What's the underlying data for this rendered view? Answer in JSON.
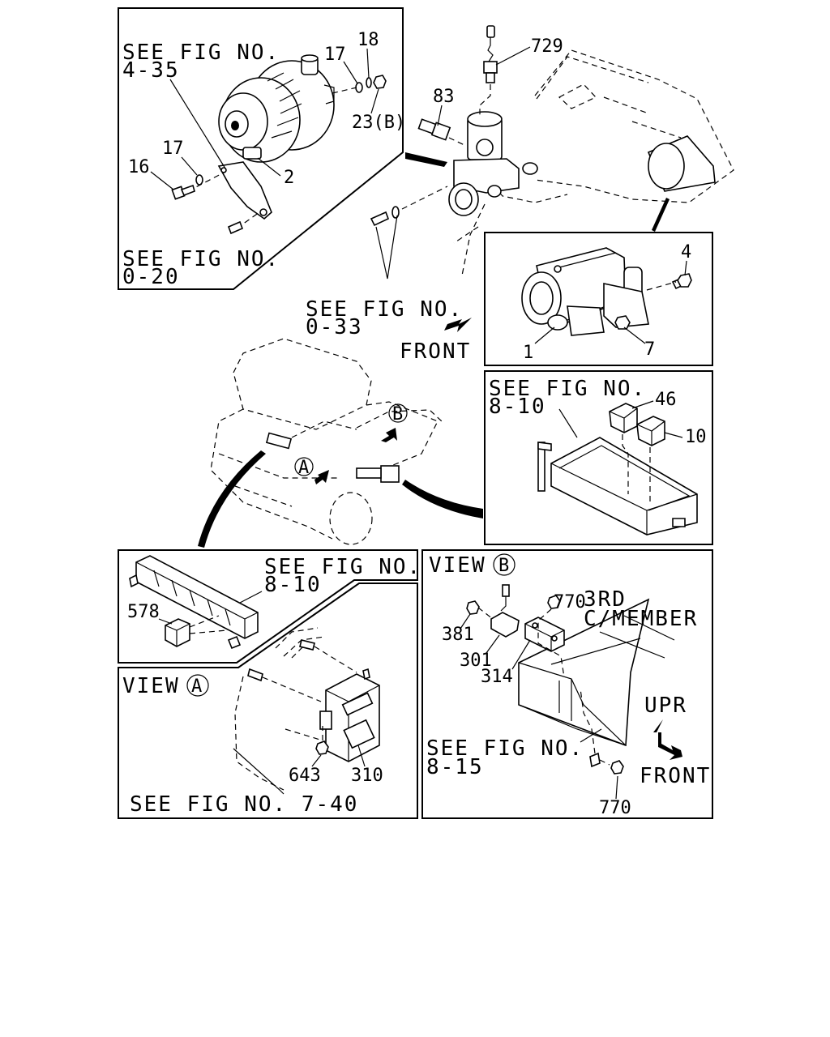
{
  "panels": {
    "alternator": {
      "ref_top": [
        "SEE FIG NO.",
        "4-35"
      ],
      "ref_bottom": [
        "SEE FIG NO.",
        "0-20"
      ],
      "callouts": [
        "17",
        "18",
        "23(B)",
        "17",
        "16",
        "2"
      ]
    },
    "engine": {
      "callouts": [
        "729",
        "83"
      ],
      "ref": [
        "SEE FIG NO.",
        "0-33"
      ],
      "front_label": "FRONT"
    },
    "starter": {
      "callouts": [
        "4",
        "1",
        "7"
      ]
    },
    "relay_box": {
      "ref": [
        "SEE FIG NO.",
        "8-10"
      ],
      "callouts": [
        "46",
        "10"
      ]
    },
    "fuse_block": {
      "ref": [
        "SEE FIG NO.",
        "8-10"
      ],
      "callouts": [
        "578"
      ]
    },
    "view_a": {
      "title": "VIEW",
      "marker": "A",
      "callouts": [
        "643",
        "310"
      ],
      "ref": "SEE FIG NO. 7-40"
    },
    "view_b": {
      "title": "VIEW",
      "marker": "B",
      "callouts": [
        "770",
        "381",
        "301",
        "314",
        "770"
      ],
      "member_label": [
        "3RD",
        "C/MEMBER"
      ],
      "ref": [
        "SEE FIG NO.",
        "8-15"
      ],
      "upr_label": "UPR",
      "front_label": "FRONT"
    },
    "truck": {
      "markers": [
        "A",
        "B"
      ]
    }
  }
}
